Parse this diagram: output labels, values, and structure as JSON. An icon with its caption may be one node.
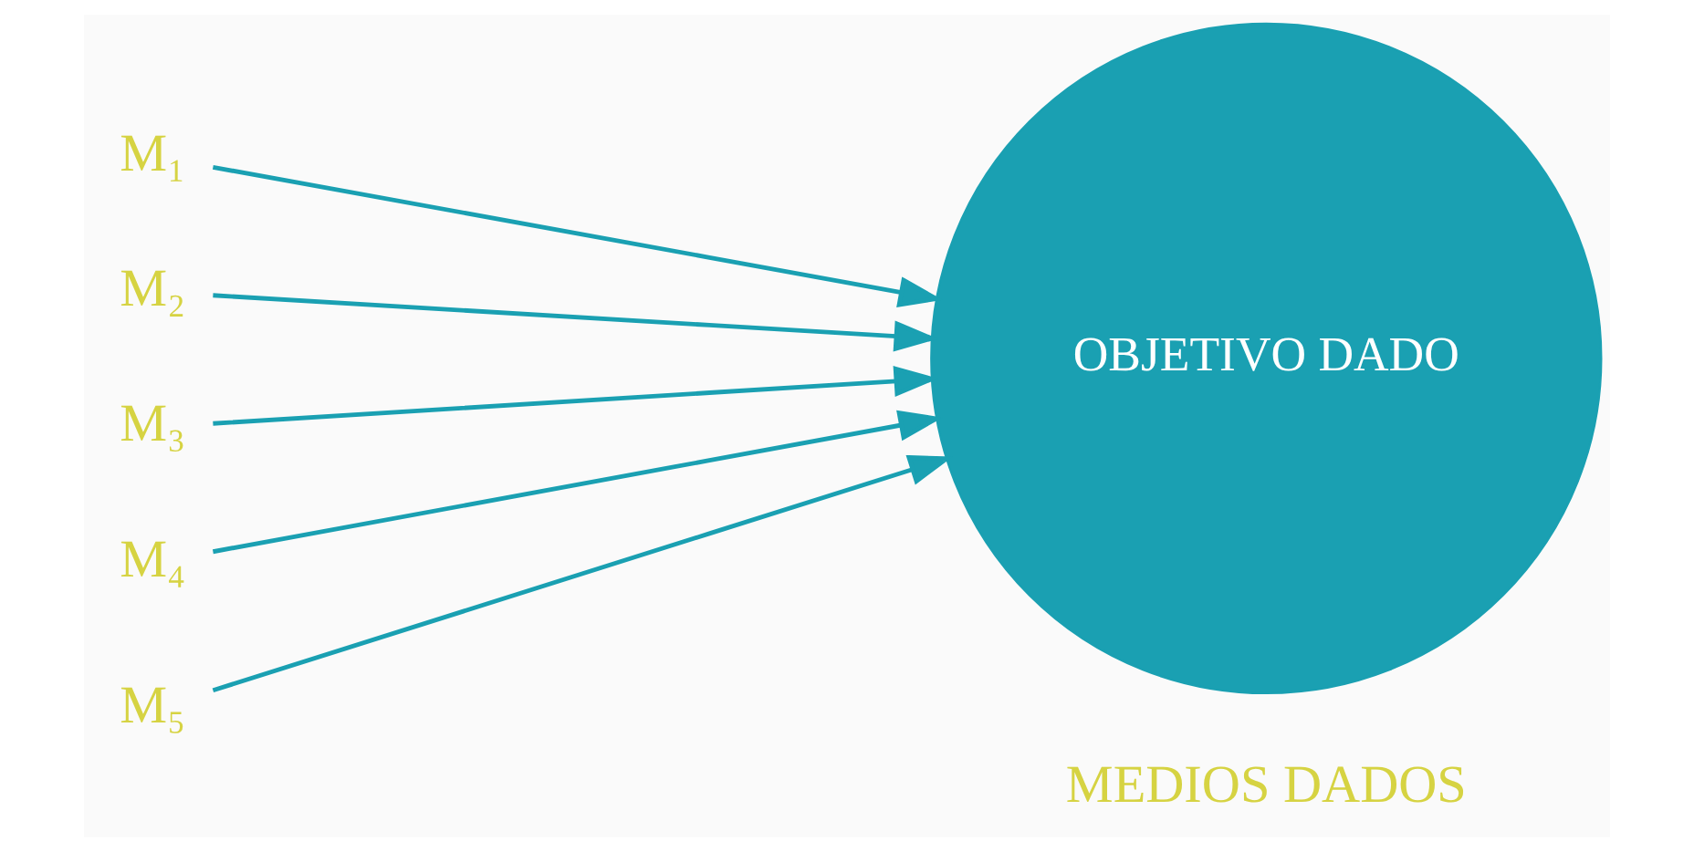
{
  "diagram": {
    "nodes": [
      {
        "text": [
          "M₁"
        ]
      },
      {
        "text": [
          "M₂"
        ]
      },
      {
        "text": [
          "M₃"
        ]
      },
      {
        "text": [
          "M₄"
        ]
      },
      {
        "text": [
          "M₅"
        ]
      },
      {
        "text": [
          "OBJETIVO DADO"
        ]
      }
    ],
    "edges": [
      {
        "from": 0,
        "to": 5,
        "arrow": "to"
      },
      {
        "from": 1,
        "to": 5,
        "arrow": "to"
      },
      {
        "from": 2,
        "to": 5,
        "arrow": "to"
      },
      {
        "from": 3,
        "to": 5,
        "arrow": "to"
      },
      {
        "from": 4,
        "to": 5,
        "arrow": "to"
      }
    ],
    "labels": [
      "MEDIOS DADOS"
    ]
  }
}
